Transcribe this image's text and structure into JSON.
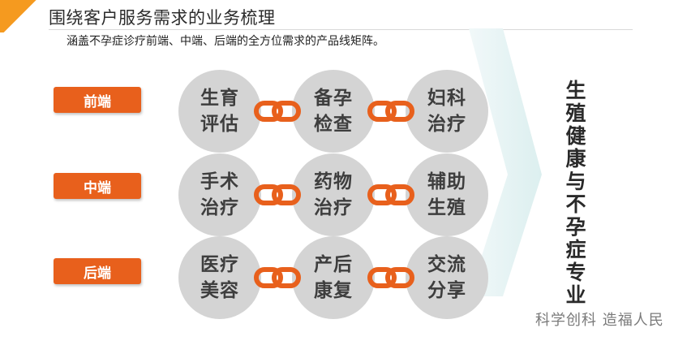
{
  "title": "围绕客户服务需求的业务梳理",
  "subtitle": "涵盖不孕症诊疗前端、中端、后端的全方位需求的产品线矩阵。",
  "rows": [
    {
      "label": "前端",
      "items": [
        [
          "生育",
          "评估"
        ],
        [
          "备孕",
          "检查"
        ],
        [
          "妇科",
          "治疗"
        ]
      ]
    },
    {
      "label": "中端",
      "items": [
        [
          "手术",
          "治疗"
        ],
        [
          "药物",
          "治疗"
        ],
        [
          "辅助",
          "生殖"
        ]
      ]
    },
    {
      "label": "后端",
      "items": [
        [
          "医疗",
          "美容"
        ],
        [
          "产后",
          "康复"
        ],
        [
          "交流",
          "分享"
        ]
      ]
    }
  ],
  "summary": "生殖健康与不孕症专业",
  "signature": "科学创科 造福人民",
  "colors": {
    "accent": "#e8601c",
    "corner": "#f59a1f",
    "circle": "#d4d4d4",
    "arrow": "#e9f5f6"
  },
  "icons": {
    "link": "chain-link-icon"
  }
}
